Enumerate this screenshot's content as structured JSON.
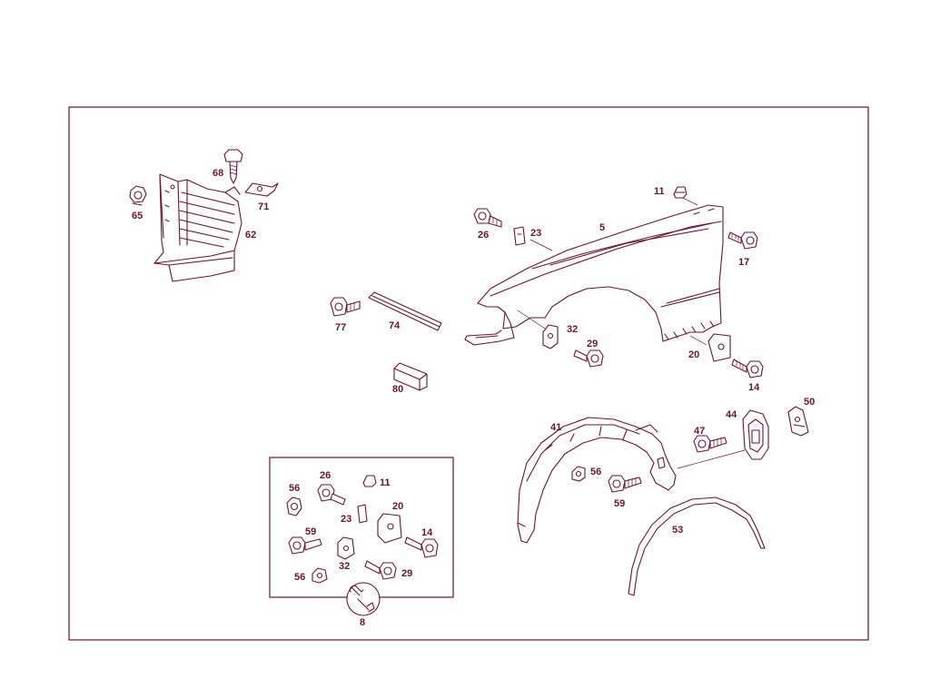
{
  "labels": {
    "p5": "5",
    "p11": "11",
    "p14": "14",
    "p17": "17",
    "p20": "20",
    "p23": "23",
    "p26": "26",
    "p29": "29",
    "p32": "32",
    "p41": "41",
    "p44": "44",
    "p47": "47",
    "p50": "50",
    "p53": "53",
    "p56": "56",
    "p59": "59",
    "p62": "62",
    "p65": "65",
    "p68": "68",
    "p71": "71",
    "p74": "74",
    "p77": "77",
    "p80": "80",
    "k56a": "56",
    "k26": "26",
    "k11": "11",
    "k20": "20",
    "k23": "23",
    "k59": "59",
    "k14": "14",
    "k32": "32",
    "k56b": "56",
    "k29": "29",
    "k8": "8"
  },
  "colors": {
    "ink": "#6b1230",
    "background": "#ffffff"
  }
}
